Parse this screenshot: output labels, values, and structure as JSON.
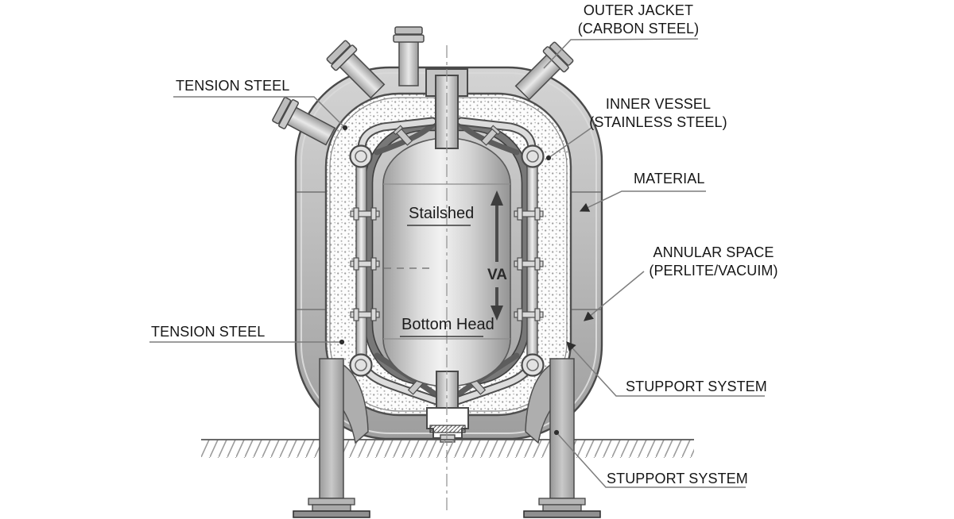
{
  "diagram": {
    "type": "cryogenic-storage-tank-cross-section",
    "callouts": {
      "outer_jacket": {
        "line1": "OUTER JACKET",
        "line2": "(CARBON STEEL)"
      },
      "tension_steel_top": {
        "label": "TENSION STEEL"
      },
      "inner_vessel": {
        "line1": "INNER VESSEL",
        "line2": "(STAINLESS STEEL)"
      },
      "material": {
        "label": "MATERIAL"
      },
      "annular_space": {
        "line1": "ANNULAR SPACE",
        "line2": "(PERLITE/VACUIM)"
      },
      "tension_steel_bottom": {
        "label": "TENSION STEEL"
      },
      "support_right": {
        "label": "STUPPORT SYSTEM"
      },
      "support_bottom": {
        "label": "STUPPORT SYSTEM"
      }
    },
    "annotations": {
      "stailshed": "Stailshed",
      "bottom_head": "Bottom Head",
      "va": "VA"
    },
    "colors": {
      "background": "#ffffff",
      "jacket_gray": "#b9b9b9",
      "outline": "#4a4a4a",
      "stipple_dot": "#9a9a9a",
      "text": "#161616",
      "leader": "#7d7d7d"
    }
  }
}
